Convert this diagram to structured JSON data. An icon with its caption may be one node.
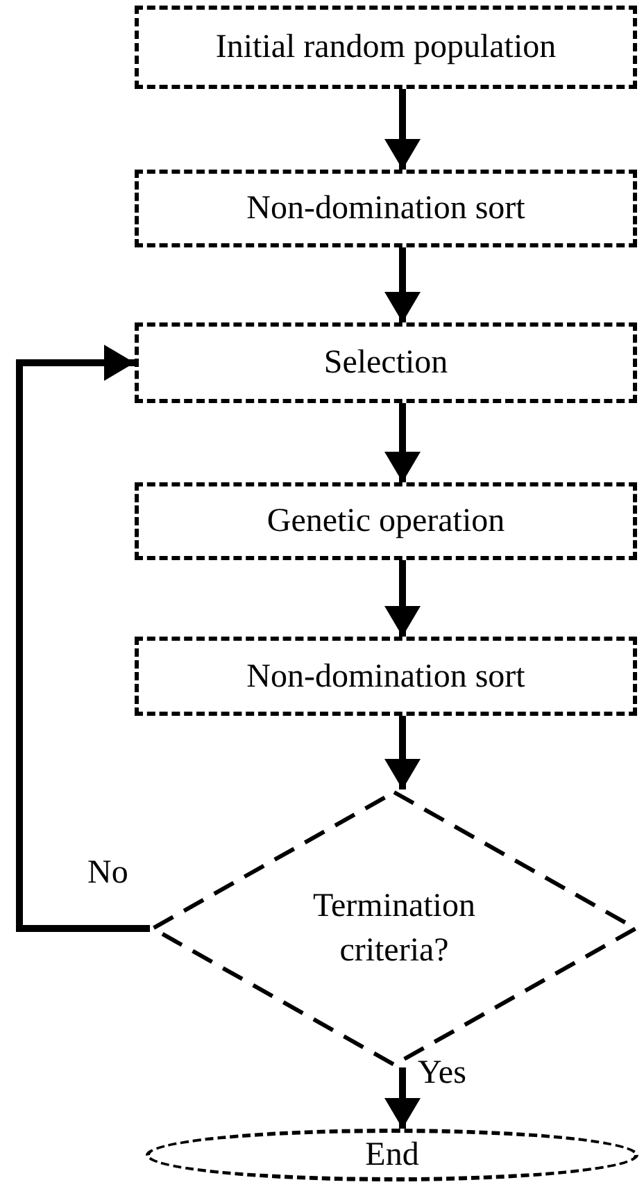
{
  "diagram": {
    "nodes": [
      {
        "text": [
          "Initial random population"
        ]
      },
      {
        "text": [
          "Non-domination sort"
        ]
      },
      {
        "text": [
          "Selection"
        ]
      },
      {
        "text": [
          "Genetic operation"
        ]
      },
      {
        "text": [
          "Non-domination sort"
        ]
      },
      {
        "text": [
          "Termination criteria?"
        ]
      },
      {
        "text": [
          "End"
        ]
      }
    ],
    "edges": [
      {
        "from": 0,
        "to": 1,
        "arrow": "to"
      },
      {
        "from": 1,
        "to": 2,
        "arrow": "to"
      },
      {
        "from": 2,
        "to": 3,
        "arrow": "to"
      },
      {
        "from": 3,
        "to": 4,
        "arrow": "to"
      },
      {
        "from": 4,
        "to": 5,
        "arrow": "to"
      },
      {
        "from": 5,
        "to": 2,
        "arrow": "to",
        "label": "No"
      },
      {
        "from": 5,
        "to": 6,
        "arrow": "to",
        "label": "Yes"
      }
    ]
  }
}
